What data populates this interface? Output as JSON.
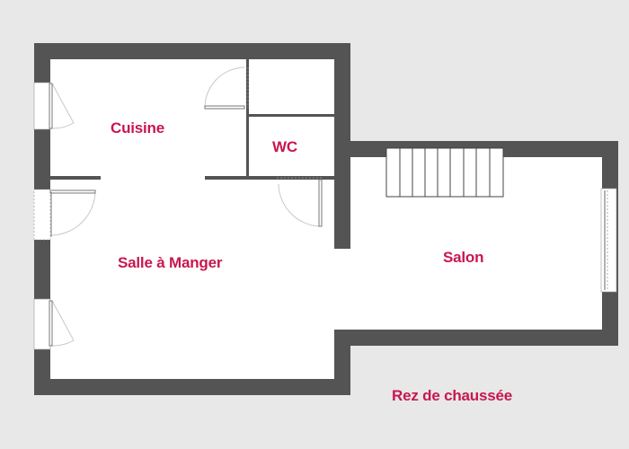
{
  "plan": {
    "title": "Rez de chaussée",
    "colors": {
      "background": "#e8e8e8",
      "floor": "#ffffff",
      "wall": "#545454",
      "label": "#c8174f",
      "door_arc": "#c8c8c8"
    },
    "rooms": [
      {
        "name": "Cuisine"
      },
      {
        "name": "WC"
      },
      {
        "name": "Salle à Manger"
      },
      {
        "name": "Salon"
      }
    ],
    "stairs": {
      "treads": 9
    }
  }
}
